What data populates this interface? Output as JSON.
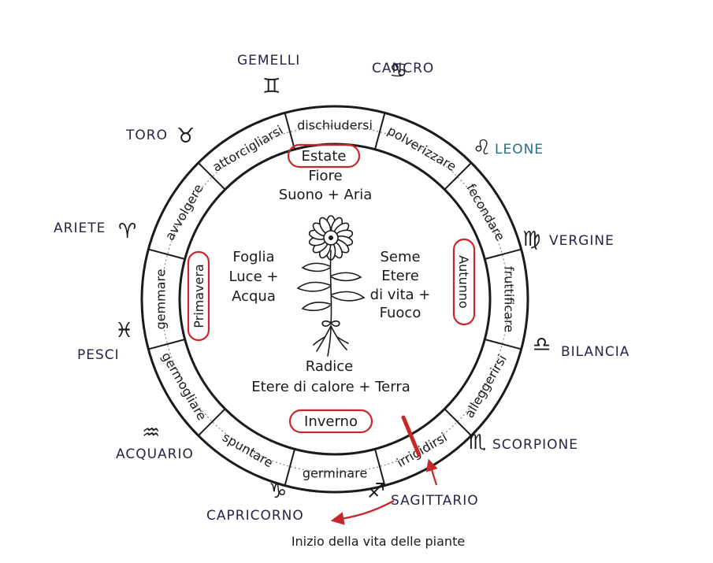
{
  "colors": {
    "ink": "#1b1b1b",
    "label_ink": "#2a2346",
    "leone_ink": "#2a6f8a",
    "accent_red": "#c8282b"
  },
  "signs": [
    {
      "key": "gemelli",
      "label": "GEMELLI",
      "glyph": "♊",
      "icon": "gemini-icon"
    },
    {
      "key": "cancro",
      "label": "CANCRO",
      "glyph": "♋",
      "icon": "cancer-icon"
    },
    {
      "key": "leone",
      "label": "LEONE",
      "glyph": "♌",
      "icon": "leo-icon"
    },
    {
      "key": "vergine",
      "label": "VERGINE",
      "glyph": "♍",
      "icon": "virgo-icon"
    },
    {
      "key": "bilancia",
      "label": "BILANCIA",
      "glyph": "♎",
      "icon": "libra-icon"
    },
    {
      "key": "scorpione",
      "label": "SCORPIONE",
      "glyph": "♏",
      "icon": "scorpio-icon"
    },
    {
      "key": "sagittario",
      "label": "SAGITTARIO",
      "glyph": "♐",
      "icon": "sagittarius-icon"
    },
    {
      "key": "capricorno",
      "label": "CAPRICORNO",
      "glyph": "♑",
      "icon": "capricorn-icon"
    },
    {
      "key": "acquario",
      "label": "ACQUARIO",
      "glyph": "♒",
      "icon": "aquarius-icon"
    },
    {
      "key": "pesci",
      "label": "PESCI",
      "glyph": "♓",
      "icon": "pisces-icon"
    },
    {
      "key": "ariete",
      "label": "ARIETE",
      "glyph": "♈",
      "icon": "aries-icon"
    },
    {
      "key": "toro",
      "label": "TORO",
      "glyph": "♉",
      "icon": "taurus-icon"
    }
  ],
  "ring_words": [
    "dischiudersi",
    "polverizzare",
    "fecondare",
    "fruttificare",
    "alleggerirsi",
    "irrigidirsi",
    "germinare",
    "spuntare",
    "germogliare",
    "gemmare",
    "avvolgere",
    "attorcigliarsi"
  ],
  "seasons": {
    "summer": "Estate",
    "autumn": "Autunno",
    "winter": "Inverno",
    "spring": "Primavera"
  },
  "elements": {
    "top_line1": "Fiore",
    "top_line2": "Suono + Aria",
    "left_line1": "Foglia",
    "left_line2": "Luce +",
    "left_line3": "Acqua",
    "right_line1": "Seme",
    "right_line2": "Etere",
    "right_line3": "di vita +",
    "right_line4": "Fuoco",
    "bottom_line1": "Radice",
    "bottom_line2": "Etere di calore + Terra"
  },
  "caption": "Inizio della vita delle piante"
}
